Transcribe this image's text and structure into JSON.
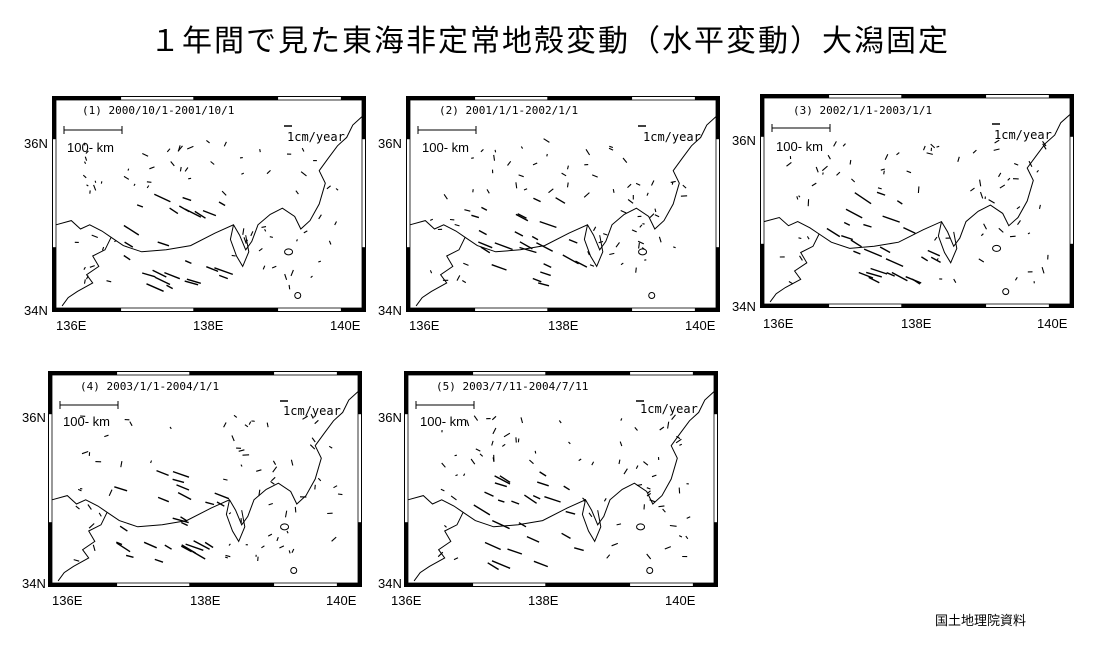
{
  "title": "１年間で見た東海非定常地殻変動（水平変動）大潟固定",
  "source": "国土地理院資料",
  "axes": {
    "lat_labels": [
      "36N",
      "34N"
    ],
    "lon_labels": [
      "136E",
      "138E",
      "140E"
    ]
  },
  "scale_bar_label": "100- km",
  "velocity_scale_label": "1cm/year",
  "panels": [
    {
      "id": "1",
      "period": "(1) 2000/10/1-2001/10/1"
    },
    {
      "id": "2",
      "period": "(2) 2001/1/1-2002/1/1"
    },
    {
      "id": "3",
      "period": "(3) 2002/1/1-2003/1/1"
    },
    {
      "id": "4",
      "period": "(4) 2003/1/1-2004/1/1"
    },
    {
      "id": "5",
      "period": "(5) 2003/7/11-2004/7/11"
    }
  ]
}
